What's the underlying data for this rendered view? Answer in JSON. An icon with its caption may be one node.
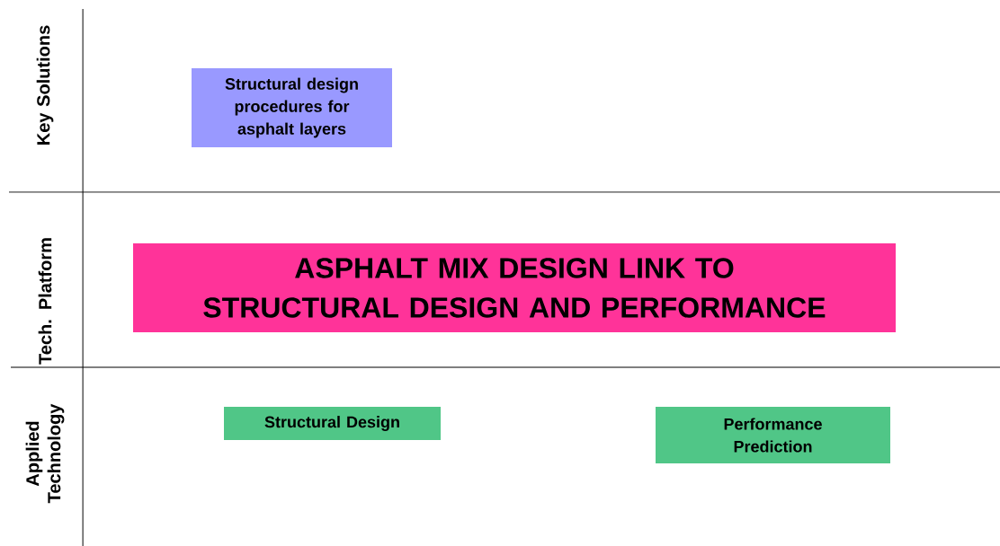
{
  "diagram": {
    "nodes": [
      {
        "text": [
          "Structural design procedures for asphalt layers"
        ]
      },
      {
        "text": [
          "ASPHALT MIX DESIGN LINK TO STRUCTURAL DESIGN AND PERFORMANCE"
        ]
      },
      {
        "text": [
          "Structural Design"
        ]
      },
      {
        "text": [
          "Performance Prediction"
        ]
      }
    ],
    "labels": [
      "Key Solutions",
      "Tech. Platform",
      "Applied Technology"
    ]
  }
}
